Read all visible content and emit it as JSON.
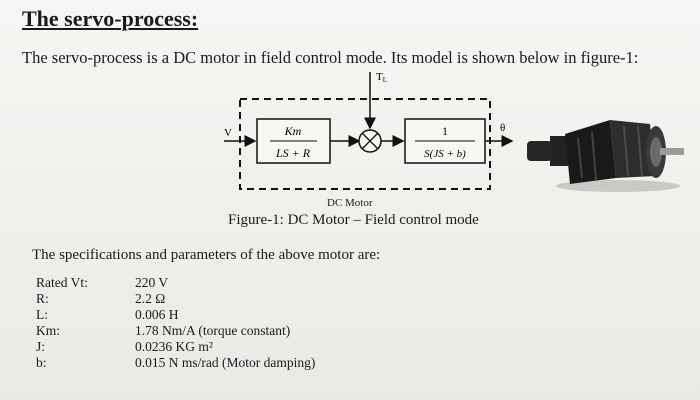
{
  "heading": "The servo-process:",
  "intro": "The servo-process is a DC motor in field control mode. Its model is shown below in figure-1:",
  "diagram": {
    "input_label": "V",
    "disturbance_label": "T",
    "disturbance_subscript": "L",
    "controller_tf": {
      "numerator": "Km",
      "denominator": "LS + R"
    },
    "plant_tf": {
      "numerator": "1",
      "denominator": "S(JS + b)"
    },
    "output_label": "θ",
    "box_caption": "DC Motor"
  },
  "figure_caption": "Figure-1: DC Motor – Field control mode",
  "spec_intro": "The specifications and parameters of the above motor are:",
  "parameters": [
    {
      "name": "Rated Vt:",
      "value": "220 V"
    },
    {
      "name": "R:",
      "value": "2.2 Ω"
    },
    {
      "name": "L:",
      "value": "0.006 H"
    },
    {
      "name": "Km:",
      "value": "1.78 Nm/A (torque constant)"
    },
    {
      "name": "J:",
      "value": "0.0236 KG m²"
    },
    {
      "name": "b:",
      "value": "0.015 N ms/rad (Motor damping)"
    }
  ]
}
